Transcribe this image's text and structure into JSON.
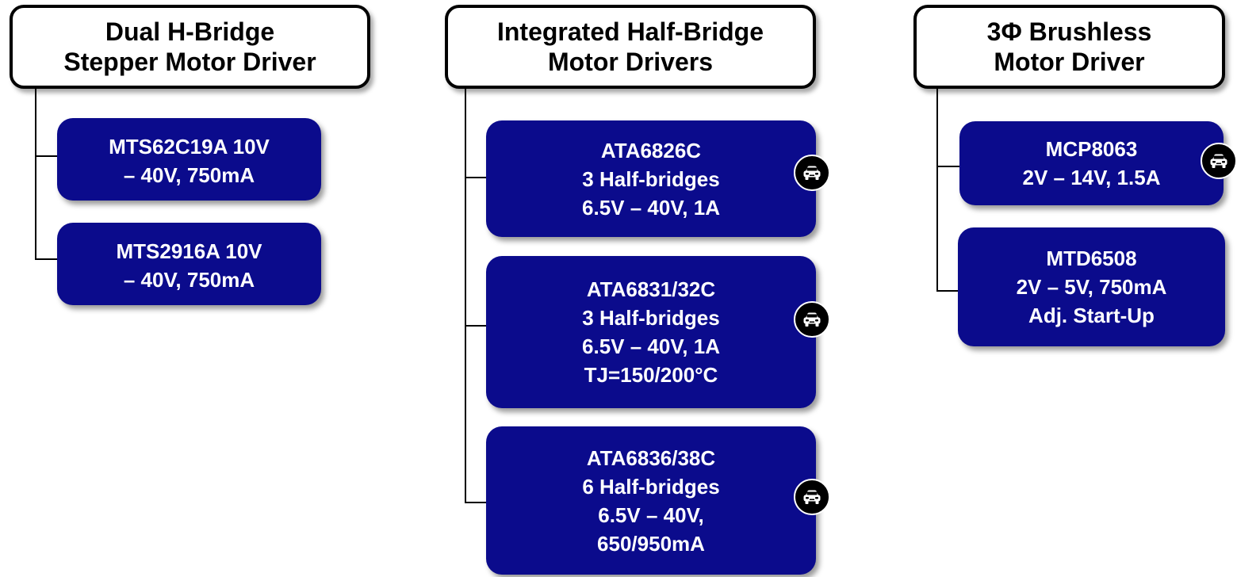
{
  "columns": [
    {
      "title": "Dual H-Bridge\nStepper Motor Driver",
      "parts": [
        {
          "text": "MTS62C19A     10V\n– 40V, 750mA",
          "automotive": false
        },
        {
          "text": "MTS2916A       10V\n– 40V, 750mA",
          "automotive": false
        }
      ]
    },
    {
      "title": "Integrated Half-Bridge\nMotor Drivers",
      "parts": [
        {
          "text": "ATA6826C\n3 Half-bridges\n6.5V – 40V, 1A",
          "automotive": true
        },
        {
          "text": "ATA6831/32C\n3 Half-bridges\n6.5V – 40V, 1A\nTJ=150/200°C",
          "automotive": true
        },
        {
          "text": "ATA6836/38C\n6 Half-bridges\n6.5V – 40V,\n650/950mA",
          "automotive": true
        }
      ]
    },
    {
      "title": "3Φ Brushless\nMotor Driver",
      "parts": [
        {
          "text": "MCP8063\n2V – 14V, 1.5A",
          "automotive": true
        },
        {
          "text": "MTD6508\n2V – 5V, 750mA\nAdj. Start-Up",
          "automotive": false
        }
      ]
    }
  ],
  "colors": {
    "chip_fill": "#0b0b8c",
    "chip_text": "#ffffff",
    "header_border": "#000000"
  },
  "icons": {
    "automotive": "car-icon"
  }
}
